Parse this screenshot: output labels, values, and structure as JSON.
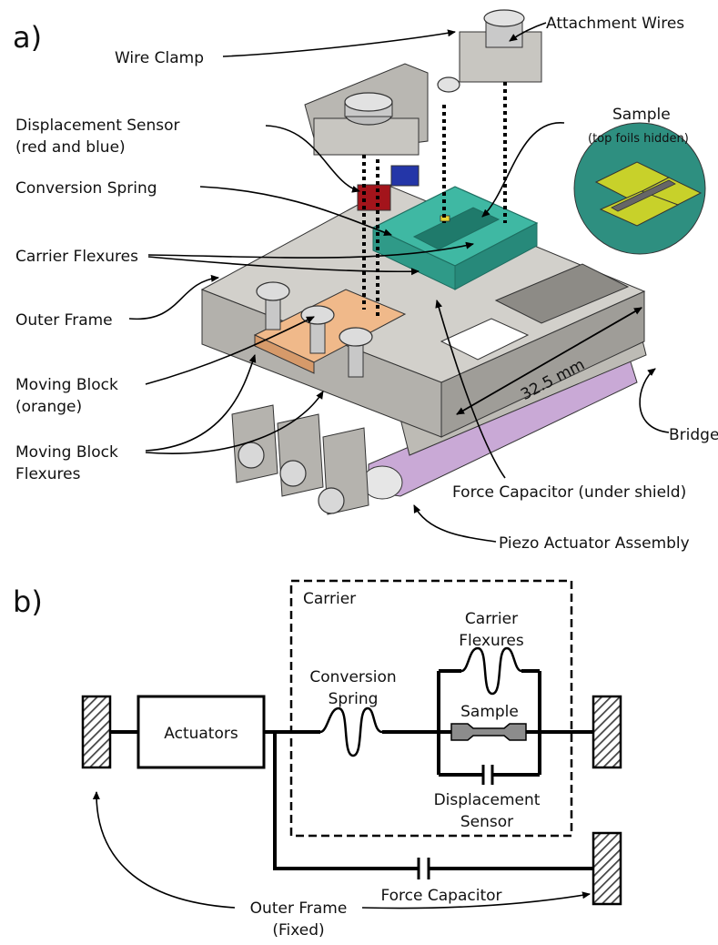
{
  "panel_a": {
    "tag": "a)",
    "labels": {
      "wire_clamp": "Wire Clamp",
      "attachment_wires": "Attachment Wires",
      "displacement_sensor": "Displacement Sensor",
      "displacement_sensor_note": "(red and blue)",
      "sample": "Sample",
      "sample_note": "(top foils hidden)",
      "conversion_spring": "Conversion Spring",
      "carrier_flexures": "Carrier Flexures",
      "outer_frame": "Outer Frame",
      "moving_block": "Moving Block",
      "moving_block_note": "(orange)",
      "moving_block_flexures_1": "Moving Block",
      "moving_block_flexures_2": "Flexures",
      "dimension": "32.5 mm",
      "bridge": "Bridge",
      "force_capacitor": "Force Capacitor (under shield)",
      "piezo": "Piezo Actuator Assembly"
    },
    "colors": {
      "frame": "#c9c7c2",
      "frame_dark": "#9a9893",
      "moving_block": "#f0b98a",
      "carrier": "#3fb8a3",
      "sensor_red": "#a3141b",
      "sensor_blue": "#2436a8",
      "piezo": "#c9a9d6",
      "sample_yellow": "#c8d12a"
    }
  },
  "panel_b": {
    "tag": "b)",
    "labels": {
      "carrier": "Carrier",
      "carrier_flexures_1": "Carrier",
      "carrier_flexures_2": "Flexures",
      "conversion_spring_1": "Conversion",
      "conversion_spring_2": "Spring",
      "sample": "Sample",
      "actuators": "Actuators",
      "displacement_sensor_1": "Displacement",
      "displacement_sensor_2": "Sensor",
      "force_capacitor": "Force Capacitor",
      "outer_frame_1": "Outer Frame",
      "outer_frame_2": "(Fixed)"
    }
  }
}
